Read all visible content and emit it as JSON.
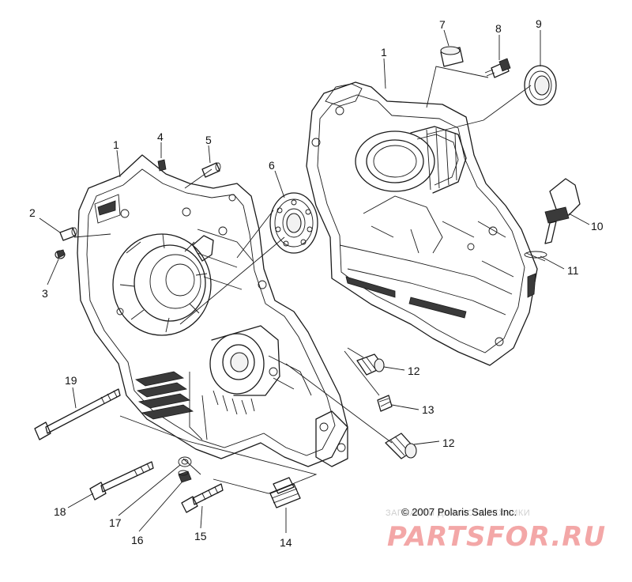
{
  "diagram": {
    "callouts": [
      {
        "id": "c1a",
        "label": "1"
      },
      {
        "id": "c1b",
        "label": "1"
      },
      {
        "id": "c2",
        "label": "2"
      },
      {
        "id": "c3",
        "label": "3"
      },
      {
        "id": "c4",
        "label": "4"
      },
      {
        "id": "c5",
        "label": "5"
      },
      {
        "id": "c6",
        "label": "6"
      },
      {
        "id": "c7",
        "label": "7"
      },
      {
        "id": "c8",
        "label": "8"
      },
      {
        "id": "c9",
        "label": "9"
      },
      {
        "id": "c10",
        "label": "10"
      },
      {
        "id": "c11",
        "label": "11"
      },
      {
        "id": "c12a",
        "label": "12"
      },
      {
        "id": "c12b",
        "label": "12"
      },
      {
        "id": "c13",
        "label": "13"
      },
      {
        "id": "c14",
        "label": "14"
      },
      {
        "id": "c15",
        "label": "15"
      },
      {
        "id": "c16",
        "label": "16"
      },
      {
        "id": "c17",
        "label": "17"
      },
      {
        "id": "c18",
        "label": "18"
      },
      {
        "id": "c19",
        "label": "19"
      }
    ],
    "copyright": "© 2007 Polaris Sales Inc.",
    "watermark_top": "ЗАПЧАСТИ ДЛЯ МОТОТЕХНИКИ",
    "watermark_logo": "PARTSFOR.RU"
  }
}
